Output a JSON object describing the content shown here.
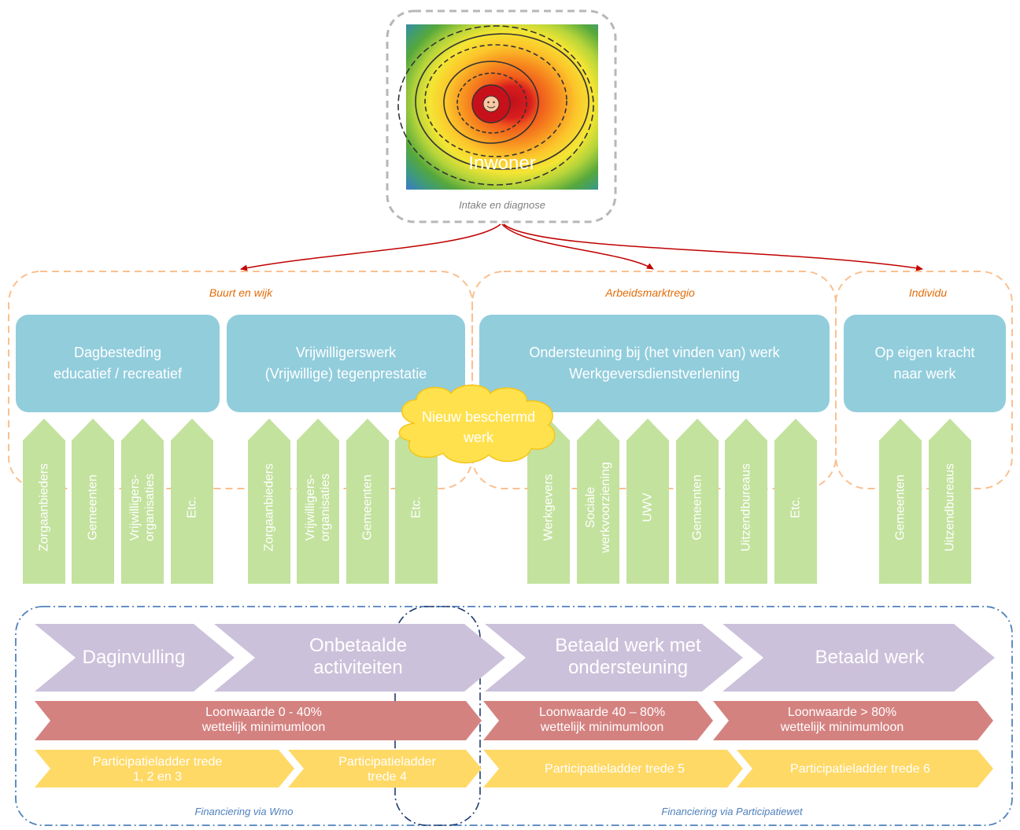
{
  "top": {
    "title": "Inwoner",
    "subtitle": "Intake en diagnose"
  },
  "regions": [
    {
      "title": "Buurt en wijk"
    },
    {
      "title": "Arbeidsmarktregio"
    },
    {
      "title": "Individu"
    }
  ],
  "services": [
    {
      "line1": "Dagbesteding",
      "line2": "educatief / recreatief"
    },
    {
      "line1": "Vrijwilligerswerk",
      "line2": "(Vrijwillige) tegenprestatie"
    },
    {
      "line1": "Ondersteuning bij (het vinden van) werk",
      "line2": "Werkgeversdienstverlening"
    },
    {
      "line1": "Op eigen kracht",
      "line2": "naar werk"
    }
  ],
  "cloud": {
    "line1": "Nieuw beschermd",
    "line2": "werk"
  },
  "pillars": {
    "group1": [
      {
        "line1": "Zorgaanbieders",
        "line2": ""
      },
      {
        "line1": "Gemeenten",
        "line2": ""
      },
      {
        "line1": "Vrijwilligers-",
        "line2": "organisaties"
      },
      {
        "line1": "Etc.",
        "line2": ""
      }
    ],
    "group2": [
      {
        "line1": "Zorgaanbieders",
        "line2": ""
      },
      {
        "line1": "Vrijwilligers-",
        "line2": "organisaties"
      },
      {
        "line1": "Gemeenten",
        "line2": ""
      },
      {
        "line1": "Etc.",
        "line2": ""
      }
    ],
    "group3": [
      {
        "line1": "Werkgevers",
        "line2": ""
      },
      {
        "line1": "Sociale",
        "line2": "werkvoorziening"
      },
      {
        "line1": "UWV",
        "line2": ""
      },
      {
        "line1": "Gemeenten",
        "line2": ""
      },
      {
        "line1": "Uitzendbureaus",
        "line2": ""
      },
      {
        "line1": "Etc.",
        "line2": ""
      }
    ],
    "group4": [
      {
        "line1": "Gemeenten",
        "line2": ""
      },
      {
        "line1": "Uitzendbureaus",
        "line2": ""
      }
    ]
  },
  "stages": [
    {
      "line1": "Daginvulling",
      "line2": ""
    },
    {
      "line1": "Onbetaalde",
      "line2": "activiteiten"
    },
    {
      "line1": "Betaald werk met",
      "line2": "ondersteuning"
    },
    {
      "line1": "Betaald werk",
      "line2": ""
    }
  ],
  "loonwaarde": [
    {
      "line1": "Loonwaarde 0 - 40%",
      "line2": "wettelijk minimumloon"
    },
    {
      "line1": "Loonwaarde 40 – 80%",
      "line2": "wettelijk minimumloon"
    },
    {
      "line1": "Loonwaarde > 80%",
      "line2": "wettelijk minimumloon"
    }
  ],
  "ladder": [
    {
      "line1": "Participatieladder trede",
      "line2": "1, 2 en 3"
    },
    {
      "line1": "Participatieladder",
      "line2": "trede 4"
    },
    {
      "line1": "Participatieladder trede 5",
      "line2": ""
    },
    {
      "line1": "Participatieladder trede 6",
      "line2": ""
    }
  ],
  "financing": [
    {
      "label": "Financiering via Wmo"
    },
    {
      "label": "Financiering via Participatiewet"
    }
  ],
  "colors": {
    "service_box": "#92cddc",
    "pillar": "#c3e29e",
    "stage": "#ccc1da",
    "loonwaarde": "#d48280",
    "ladder": "#ffd966",
    "region_border": "#fac090",
    "region_title": "#e36c09",
    "financing_border": "#4f81bd",
    "arrow": "#c00000",
    "cloud": "#ffe14d"
  }
}
